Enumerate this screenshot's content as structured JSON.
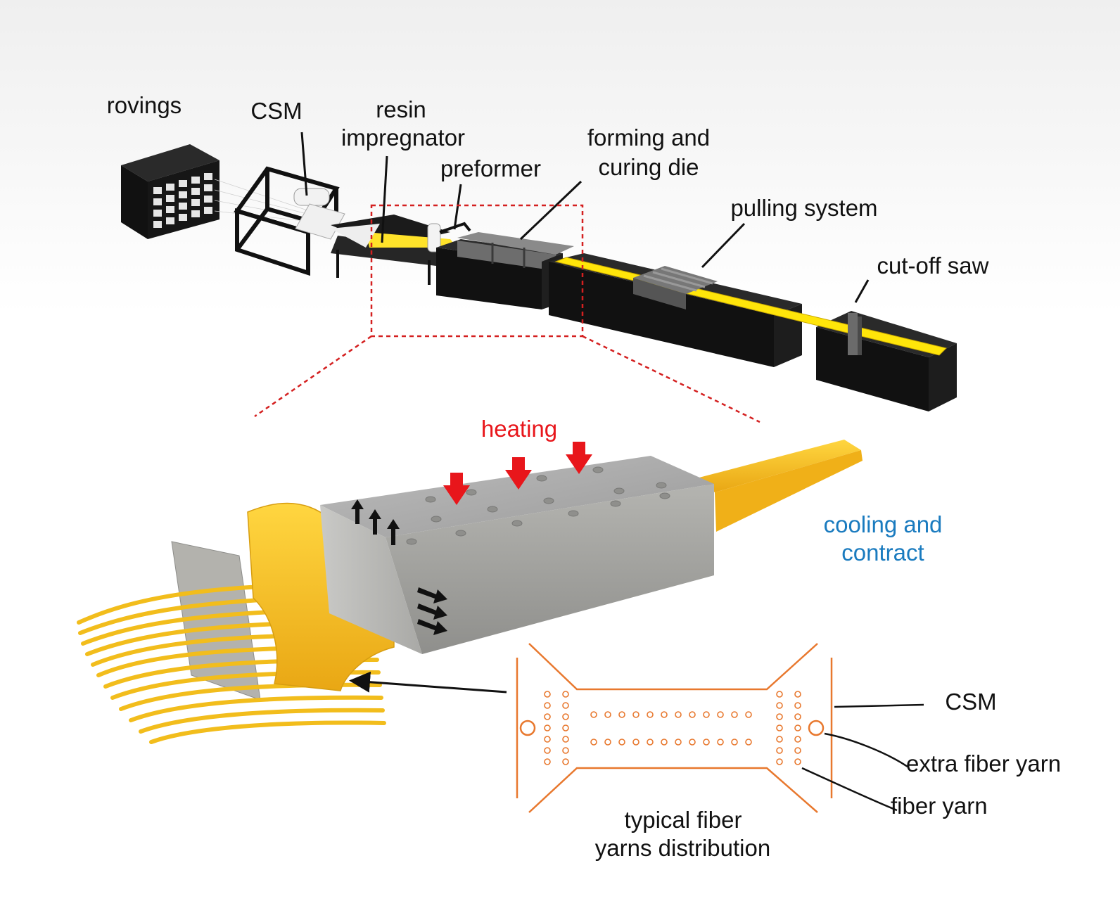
{
  "labels": {
    "rovings": "rovings",
    "csm_top": "CSM",
    "resin_line1": "resin",
    "resin_line2": "impregnator",
    "preformer": "preformer",
    "forming_line1": "forming and",
    "forming_line2": "curing die",
    "pulling": "pulling system",
    "saw": "cut-off saw",
    "heating": "heating",
    "cooling_line1": "cooling and",
    "cooling_line2": "contract",
    "csm_detail": "CSM",
    "extra_yarn": "extra fiber yarn",
    "fiber_yarn": "fiber yarn",
    "typical_line1": "typical fiber",
    "typical_line2": "yarns distribution"
  },
  "colors": {
    "heating": "#e8161b",
    "cooling": "#1a7bbf",
    "profile_outline": "#e8782e",
    "yellow": "#f2c022",
    "machine": "#141414",
    "zoom_box": "#d42020"
  }
}
